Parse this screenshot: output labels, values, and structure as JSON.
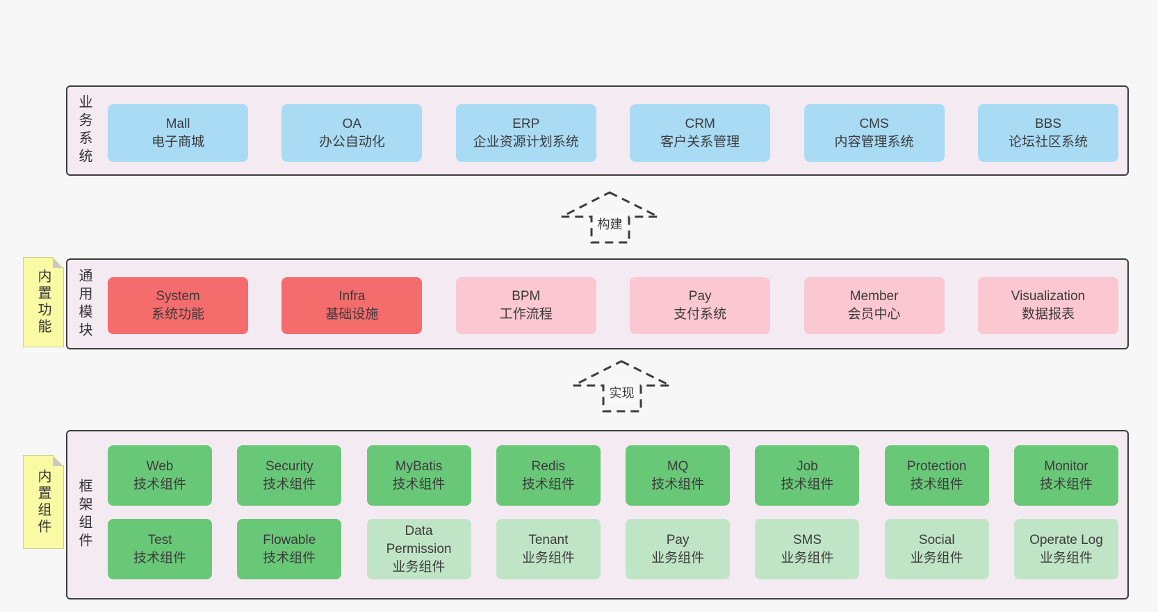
{
  "diagram": {
    "arrows": [
      {
        "label": "构建"
      },
      {
        "label": "实现"
      }
    ],
    "bands": [
      {
        "label": "业务系统",
        "boxes": [
          {
            "name": "Mall",
            "desc": "电子商城"
          },
          {
            "name": "OA",
            "desc": "办公自动化"
          },
          {
            "name": "ERP",
            "desc": "企业资源计划系统"
          },
          {
            "name": "CRM",
            "desc": "客户关系管理"
          },
          {
            "name": "CMS",
            "desc": "内容管理系统"
          },
          {
            "name": "BBS",
            "desc": "论坛社区系统"
          }
        ]
      },
      {
        "label": "通用模块",
        "sticky": "内置功能",
        "boxes": [
          {
            "name": "System",
            "desc": "系统功能"
          },
          {
            "name": "Infra",
            "desc": "基础设施"
          },
          {
            "name": "BPM",
            "desc": "工作流程"
          },
          {
            "name": "Pay",
            "desc": "支付系统"
          },
          {
            "name": "Member",
            "desc": "会员中心"
          },
          {
            "name": "Visualization",
            "desc": "数据报表"
          }
        ]
      },
      {
        "label": "框架组件",
        "sticky": "内置组件",
        "rows": [
          [
            {
              "name": "Web",
              "desc": "技术组件"
            },
            {
              "name": "Security",
              "desc": "技术组件"
            },
            {
              "name": "MyBatis",
              "desc": "技术组件"
            },
            {
              "name": "Redis",
              "desc": "技术组件"
            },
            {
              "name": "MQ",
              "desc": "技术组件"
            },
            {
              "name": "Job",
              "desc": "技术组件"
            },
            {
              "name": "Protection",
              "desc": "技术组件"
            },
            {
              "name": "Monitor",
              "desc": "技术组件"
            }
          ],
          [
            {
              "name": "Test",
              "desc": "技术组件"
            },
            {
              "name": "Flowable",
              "desc": "技术组件"
            },
            {
              "name": "Data Permission",
              "desc": "业务组件"
            },
            {
              "name": "Tenant",
              "desc": "业务组件"
            },
            {
              "name": "Pay",
              "desc": "业务组件"
            },
            {
              "name": "SMS",
              "desc": "业务组件"
            },
            {
              "name": "Social",
              "desc": "业务组件"
            },
            {
              "name": "Operate Log",
              "desc": "业务组件"
            }
          ]
        ]
      }
    ],
    "colors": {
      "page_bg": "#f7f7f7",
      "band_bg": "#f4eaf2",
      "band_border": "#3c3c3c",
      "blue": "#a9dbf5",
      "red": "#f56c6c",
      "pink": "#fbc7d1",
      "green": "#69c878",
      "green_light": "#c0e5c6",
      "sticky_yellow": "#fafaa5"
    }
  }
}
